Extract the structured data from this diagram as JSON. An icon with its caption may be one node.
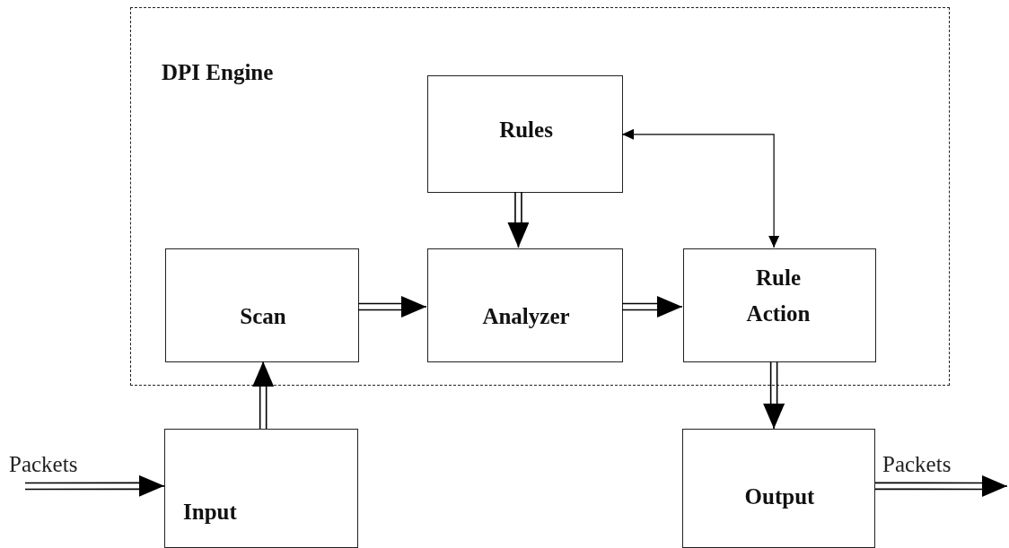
{
  "diagram": {
    "nodes": [
      {
        "text": [
          "DPI Engine"
        ]
      },
      {
        "text": [
          "Rules"
        ],
        "in": 0
      },
      {
        "text": [
          "Scan"
        ],
        "in": 0
      },
      {
        "text": [
          "Analyzer"
        ],
        "in": 0
      },
      {
        "text": [
          "Rule Action"
        ],
        "in": 0
      },
      {
        "text": [
          "Input"
        ]
      },
      {
        "text": [
          "Output"
        ]
      }
    ],
    "edges": [
      {
        "from": null,
        "to": 5,
        "arrow": "to",
        "label": "Packets"
      },
      {
        "from": 5,
        "to": 2,
        "arrow": "to"
      },
      {
        "from": 2,
        "to": 3,
        "arrow": "to"
      },
      {
        "from": 1,
        "to": 3,
        "arrow": "to"
      },
      {
        "from": 3,
        "to": 4,
        "arrow": "to"
      },
      {
        "from": 1,
        "to": 4,
        "arrow": "both"
      },
      {
        "from": 4,
        "to": 6,
        "arrow": "to"
      },
      {
        "from": 6,
        "to": null,
        "arrow": "to",
        "label": "Packets"
      }
    ]
  }
}
